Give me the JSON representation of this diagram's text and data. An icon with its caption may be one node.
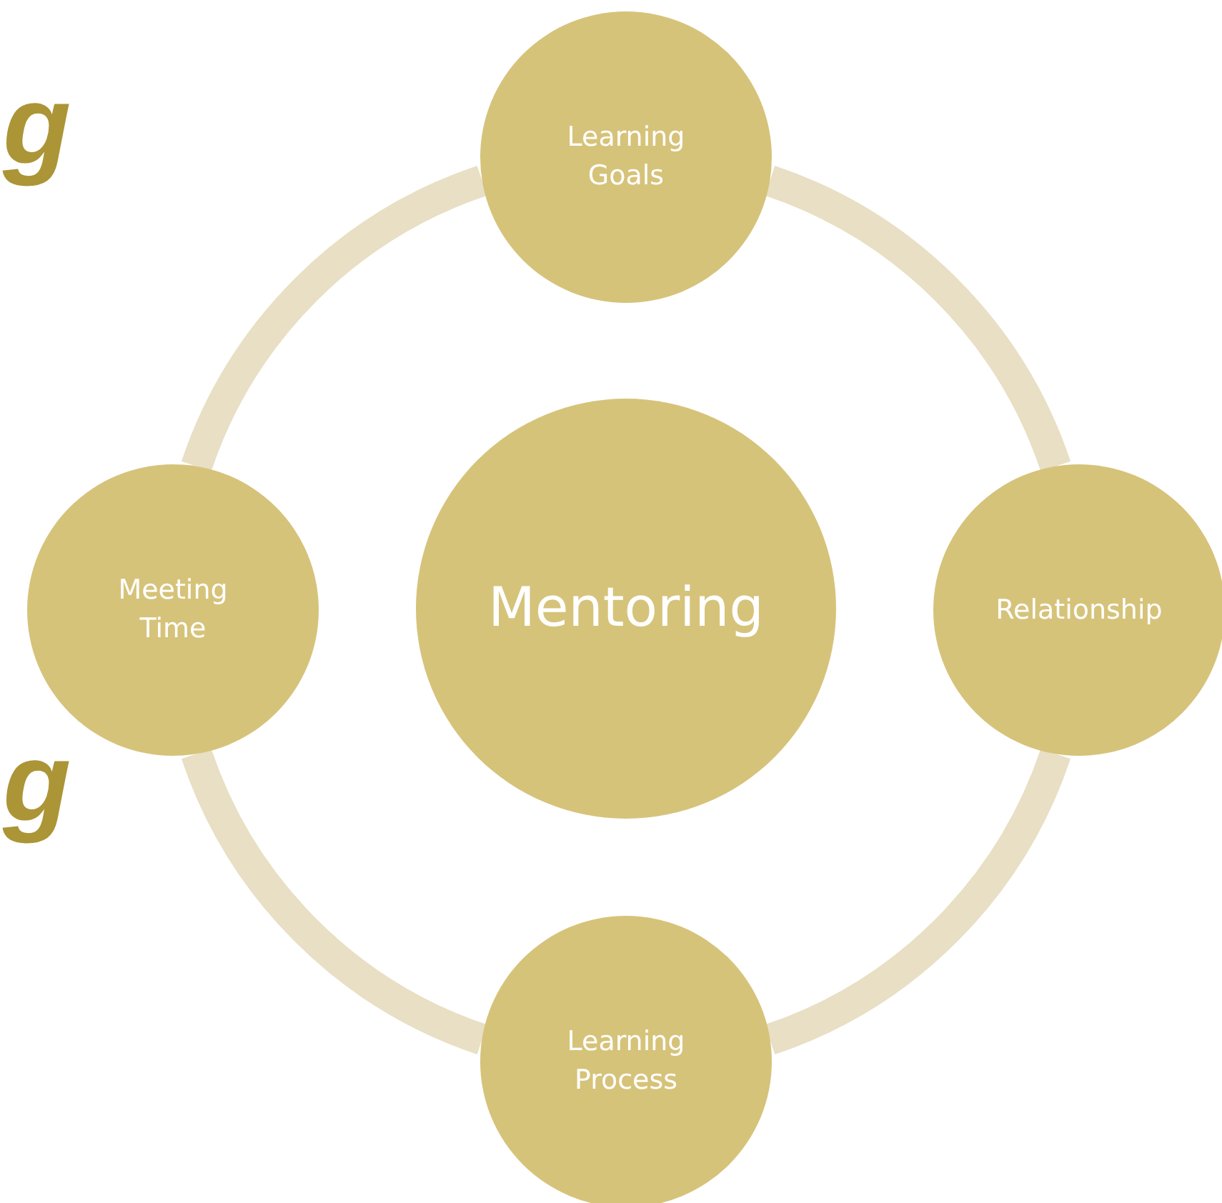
{
  "diagram": {
    "nodes": [
      {
        "text": [
          "Learning Goals"
        ]
      },
      {
        "text": [
          "Meeting Time"
        ]
      },
      {
        "text": [
          "Mentoring"
        ]
      },
      {
        "text": [
          "Relationship"
        ]
      },
      {
        "text": [
          "Learning Process"
        ]
      }
    ],
    "edges": [
      {
        "from": 0,
        "to": 3,
        "arrow": "none"
      },
      {
        "from": 3,
        "to": 4,
        "arrow": "none"
      },
      {
        "from": 4,
        "to": 1,
        "arrow": "none"
      },
      {
        "from": 1,
        "to": 0,
        "arrow": "none"
      }
    ],
    "labels": [
      "g",
      "g"
    ]
  }
}
